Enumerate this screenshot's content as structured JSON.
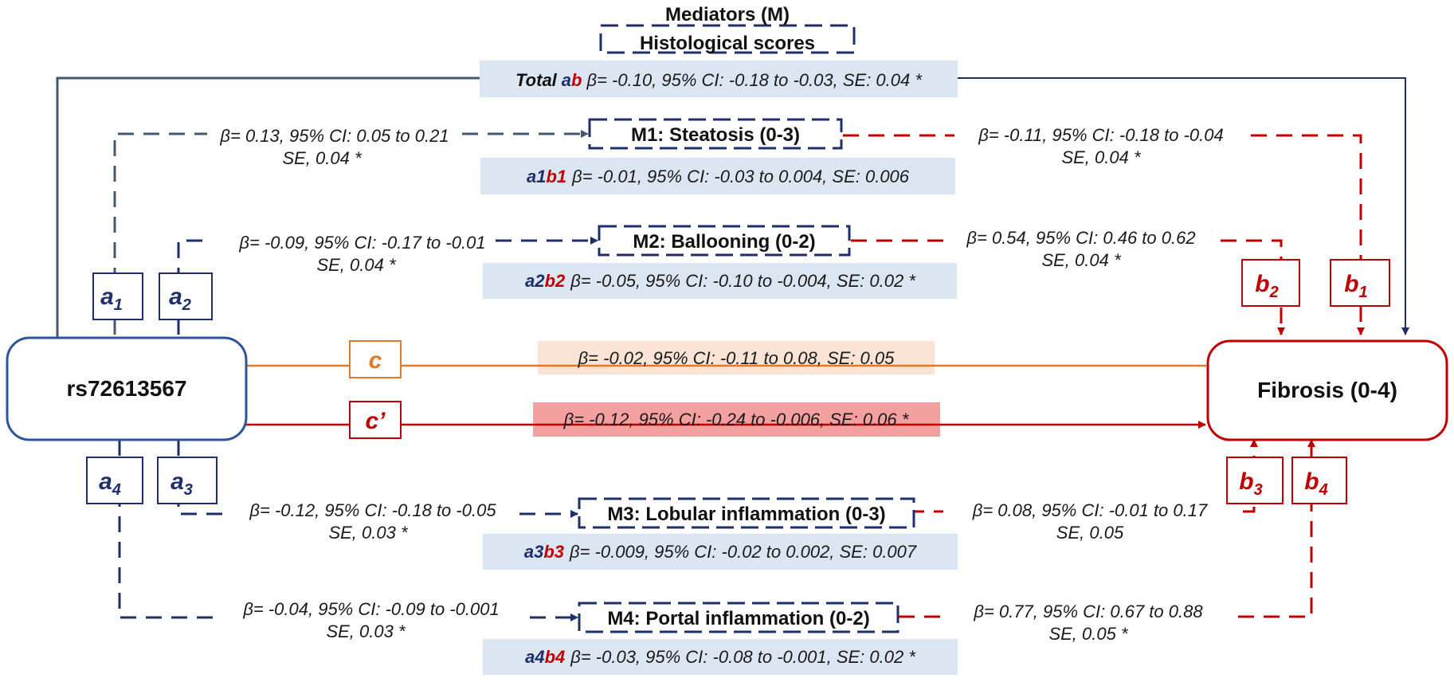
{
  "header": {
    "title": "Mediators (M)",
    "subtitle": "Histological scores"
  },
  "total": {
    "prefix": "Total",
    "a": "a",
    "b": "b",
    "stats": "β= -0.10, 95% CI: -0.18 to -0.03, SE: 0.04 *"
  },
  "exposure": {
    "label": "rs72613567"
  },
  "outcome": {
    "label": "Fibrosis (0-4)"
  },
  "mediators": [
    {
      "label": "M1: Steatosis (0-3)",
      "a_path_line1": "β= 0.13, 95% CI: 0.05 to 0.21",
      "a_path_line2": "SE, 0.04 *",
      "b_path_line1": "β= -0.11, 95% CI: -0.18 to -0.04",
      "b_path_line2": "SE, 0.04 *",
      "ind_a": "a1",
      "ind_b": "b1",
      "indirect": "β= -0.01, 95% CI: -0.03 to 0.004, SE: 0.006"
    },
    {
      "label": "M2: Ballooning (0-2)",
      "a_path_line1": "β= -0.09, 95% CI: -0.17 to -0.01",
      "a_path_line2": "SE, 0.04 *",
      "b_path_line1": "β= 0.54, 95% CI: 0.46 to 0.62",
      "b_path_line2": "SE, 0.04 *",
      "ind_a": "a2",
      "ind_b": "b2",
      "indirect": "β= -0.05, 95% CI: -0.10 to -0.004, SE: 0.02 *"
    },
    {
      "label": "M3: Lobular inflammation (0-3)",
      "a_path_line1": "β= -0.12, 95% CI: -0.18 to -0.05",
      "a_path_line2": "SE, 0.03 *",
      "b_path_line1": "β= 0.08, 95% CI: -0.01 to 0.17",
      "b_path_line2": "SE, 0.05",
      "ind_a": "a3",
      "ind_b": "b3",
      "indirect": "β= -0.009, 95% CI: -0.02 to 0.002, SE: 0.007"
    },
    {
      "label": "M4: Portal inflammation (0-2)",
      "a_path_line1": "β= -0.04, 95% CI: -0.09 to -0.001",
      "a_path_line2": "SE, 0.03 *",
      "b_path_line1": "β= 0.77, 95% CI: 0.67 to 0.88",
      "b_path_line2": "SE, 0.05 *",
      "ind_a": "a4",
      "ind_b": "b4",
      "indirect": "β= -0.03, 95% CI: -0.08 to -0.001, SE: 0.02 *"
    }
  ],
  "coefficients": {
    "a1": {
      "letter": "a",
      "sub": "1"
    },
    "a2": {
      "letter": "a",
      "sub": "2"
    },
    "a3": {
      "letter": "a",
      "sub": "3"
    },
    "a4": {
      "letter": "a",
      "sub": "4"
    },
    "b1": {
      "letter": "b",
      "sub": "1"
    },
    "b2": {
      "letter": "b",
      "sub": "2"
    },
    "b3": {
      "letter": "b",
      "sub": "3"
    },
    "b4": {
      "letter": "b",
      "sub": "4"
    },
    "c": {
      "letter": "c"
    },
    "c_prime": {
      "letter": "c’"
    }
  },
  "total_effect": {
    "stats": "β= -0.02, 95% CI: -0.11 to 0.08, SE: 0.05"
  },
  "direct_effect": {
    "stats": "β= -0.12, 95% CI: -0.24 to -0.006, SE: 0.06 *"
  },
  "colors": {
    "navy": "#1f2f6b",
    "slate": "#46586e",
    "red": "#c00000",
    "orange": "#e07a28",
    "light_blue_fill": "#dce6f2",
    "peach_fill": "#fbe4d5",
    "pink_fill": "#f4a0a0"
  }
}
